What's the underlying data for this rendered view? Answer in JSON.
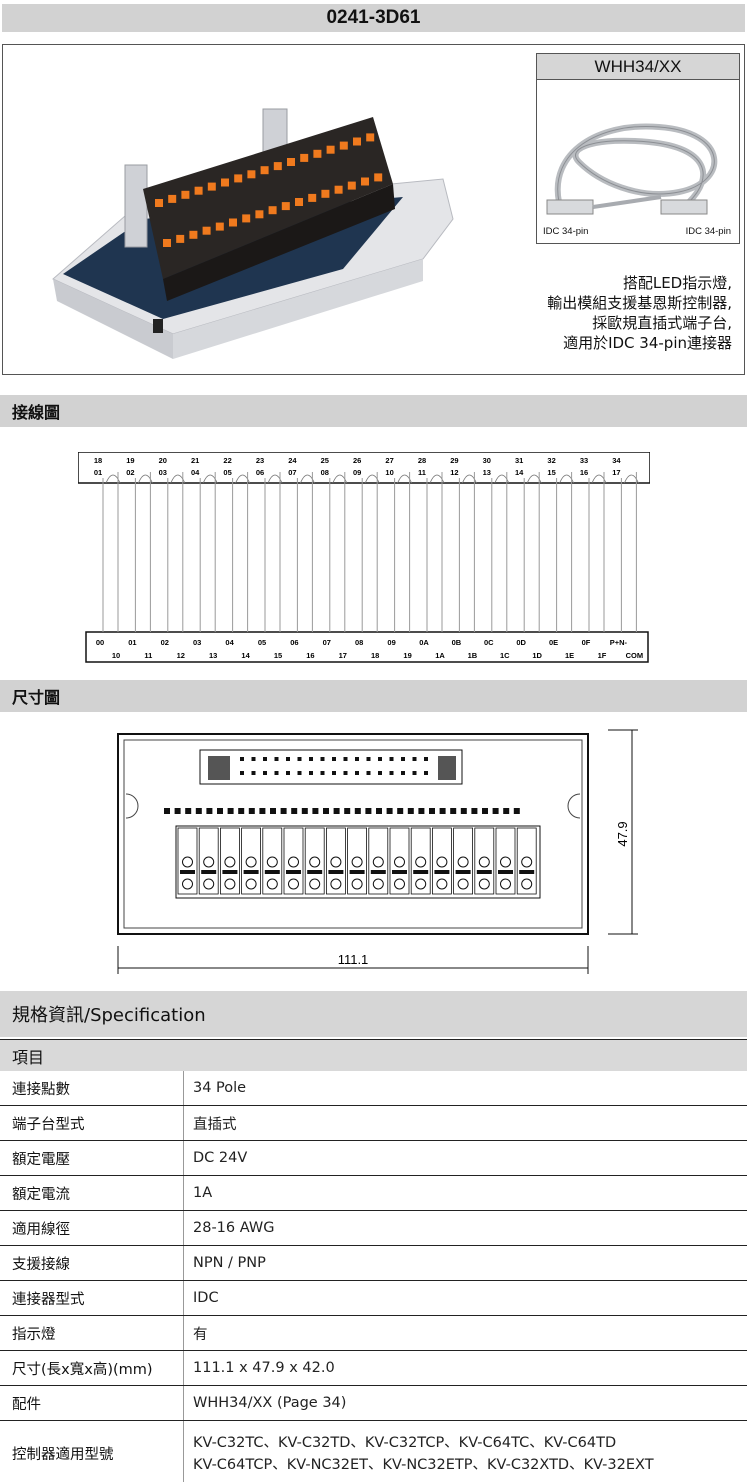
{
  "title": "0241-3D61",
  "cable": {
    "title": "WHH34/XX",
    "left_label": "IDC 34-pin",
    "right_label": "IDC 34-pin"
  },
  "features": [
    "搭配LED指示燈,",
    "輸出模組支援基恩斯控制器,",
    "採歐規直插式端子台,",
    "適用於IDC 34-pin連接器"
  ],
  "sections": {
    "wiring": "接線圖",
    "dimension": "尺寸圖"
  },
  "wiring": {
    "top_upper": [
      "18",
      "19",
      "20",
      "21",
      "22",
      "23",
      "24",
      "25",
      "26",
      "27",
      "28",
      "29",
      "30",
      "31",
      "32",
      "33",
      "34"
    ],
    "top_lower": [
      "01",
      "02",
      "03",
      "04",
      "05",
      "06",
      "07",
      "08",
      "09",
      "10",
      "11",
      "12",
      "13",
      "14",
      "15",
      "16",
      "17"
    ],
    "bottom_upper": [
      "00",
      "01",
      "02",
      "03",
      "04",
      "05",
      "06",
      "07",
      "08",
      "09",
      "0A",
      "0B",
      "0C",
      "0D",
      "0E",
      "0F",
      "P+N-"
    ],
    "bottom_lower": [
      "10",
      "11",
      "12",
      "13",
      "14",
      "15",
      "16",
      "17",
      "18",
      "19",
      "1A",
      "1B",
      "1C",
      "1D",
      "1E",
      "1F",
      "COM"
    ]
  },
  "dimension": {
    "width": "111.1",
    "height": "47.9"
  },
  "spec": {
    "heading": "規格資訊/Specification",
    "subheading": "項目",
    "rows": [
      {
        "key": "連接點數",
        "value": "34 Pole"
      },
      {
        "key": "端子台型式",
        "value": "直插式"
      },
      {
        "key": "額定電壓",
        "value": "DC 24V"
      },
      {
        "key": "額定電流",
        "value": "1A"
      },
      {
        "key": "適用線徑",
        "value": "28-16 AWG"
      },
      {
        "key": "支援接線",
        "value": "NPN / PNP"
      },
      {
        "key": "連接器型式",
        "value": "IDC"
      },
      {
        "key": "指示燈",
        "value": "有"
      },
      {
        "key": "尺寸(長x寬x高)(mm)",
        "value": "111.1 x 47.9 x 42.0"
      },
      {
        "key": "配件",
        "value": "WHH34/XX (Page 34)"
      }
    ],
    "models_key": "控制器適用型號",
    "models_line1": "KV-C32TC、KV-C32TD、KV-C32TCP、KV-C64TC、KV-C64TD",
    "models_line2": "KV-C64TCP、KV-NC32ET、KV-NC32ETP、KV-C32XTD、KV-32EXT"
  },
  "colors": {
    "header_gray": "#d2d2d2",
    "terminal_orange": "#f07a1e",
    "terminal_body": "#2a2624",
    "pcb_blue": "#1f3550"
  }
}
